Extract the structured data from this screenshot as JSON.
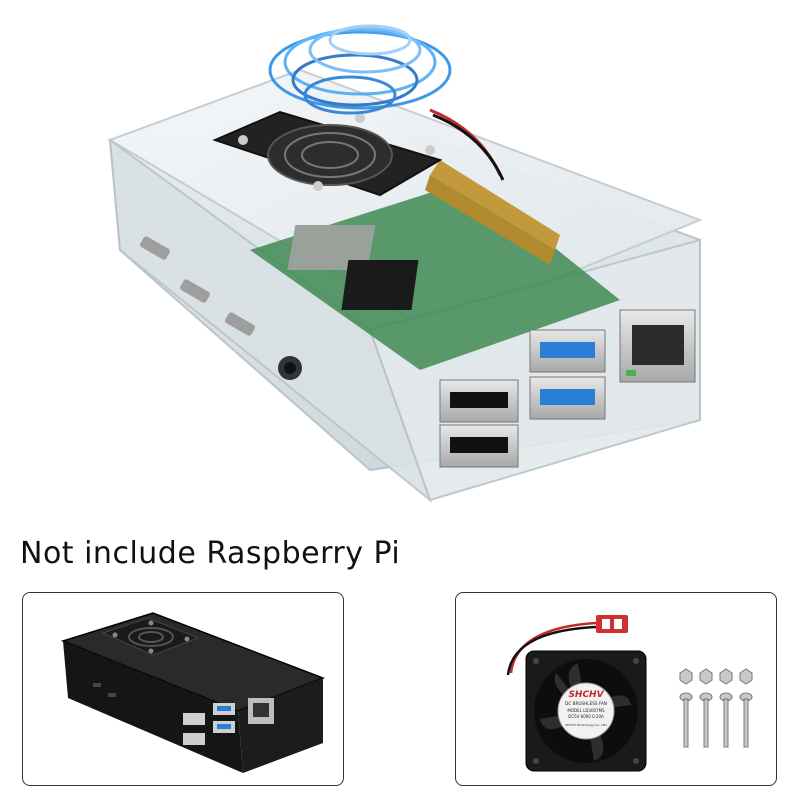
{
  "caption": "Not include Raspberry Pi",
  "fan_label": {
    "brand": "SHCHV",
    "line1": "DC BRUSHLESS FAN",
    "line2": "MODEL  LD3007MS",
    "line3": "DC5V 6000  0.20A",
    "line4": "SHCHV Technology Co., LTD"
  },
  "colors": {
    "case_clear": "#e9eef2",
    "case_black": "#151515",
    "pcb_green": "#3f8a52",
    "usb3_blue": "#2a7fd4",
    "fan_swirl": "#1e88e5",
    "connector_red": "#d32f2f"
  },
  "images": {
    "hero": "clear-case-with-fan",
    "left_panel": "black-case",
    "right_panel": "fan-and-screws"
  }
}
